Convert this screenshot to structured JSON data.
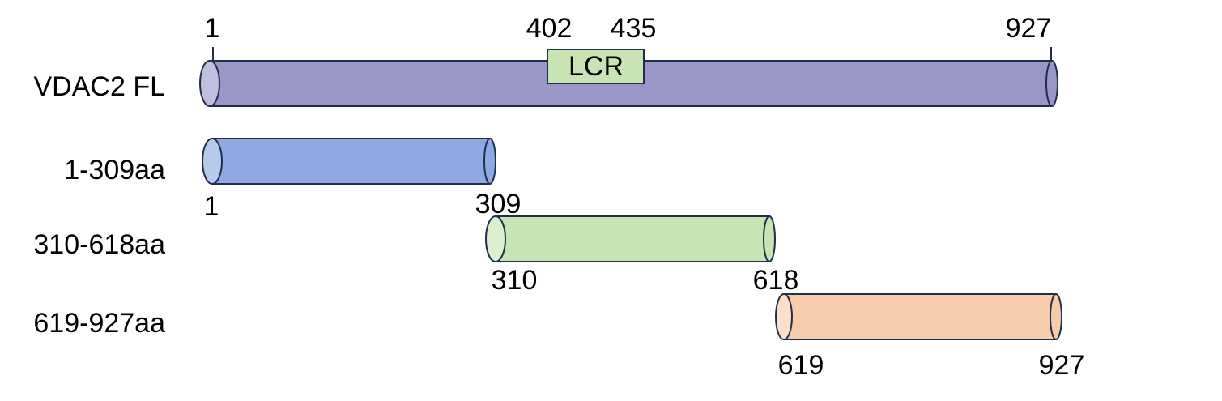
{
  "colors": {
    "stroke": "#1f2f4a",
    "fl_body": "#9a96c8",
    "fl_cap": "#c1bfdf",
    "c1_body": "#8faae2",
    "c1_cap": "#b8c9ec",
    "c2_body": "#c8e4b4",
    "c2_cap": "#dcefd0",
    "c3_body": "#f7ccaa",
    "c3_cap": "#fae0cc",
    "lcr_fill": "#c8e4b4"
  },
  "constructs": [
    {
      "name": "VDAC2 FL",
      "start": "1",
      "end": "927"
    },
    {
      "name": "1-309aa",
      "start": "1",
      "end": "309"
    },
    {
      "name": "310-618aa",
      "start": "310",
      "end": "618"
    },
    {
      "name": "619-927aa",
      "start": "619",
      "end": "927"
    }
  ],
  "lcr": {
    "label": "LCR",
    "start": "402",
    "end": "435"
  }
}
